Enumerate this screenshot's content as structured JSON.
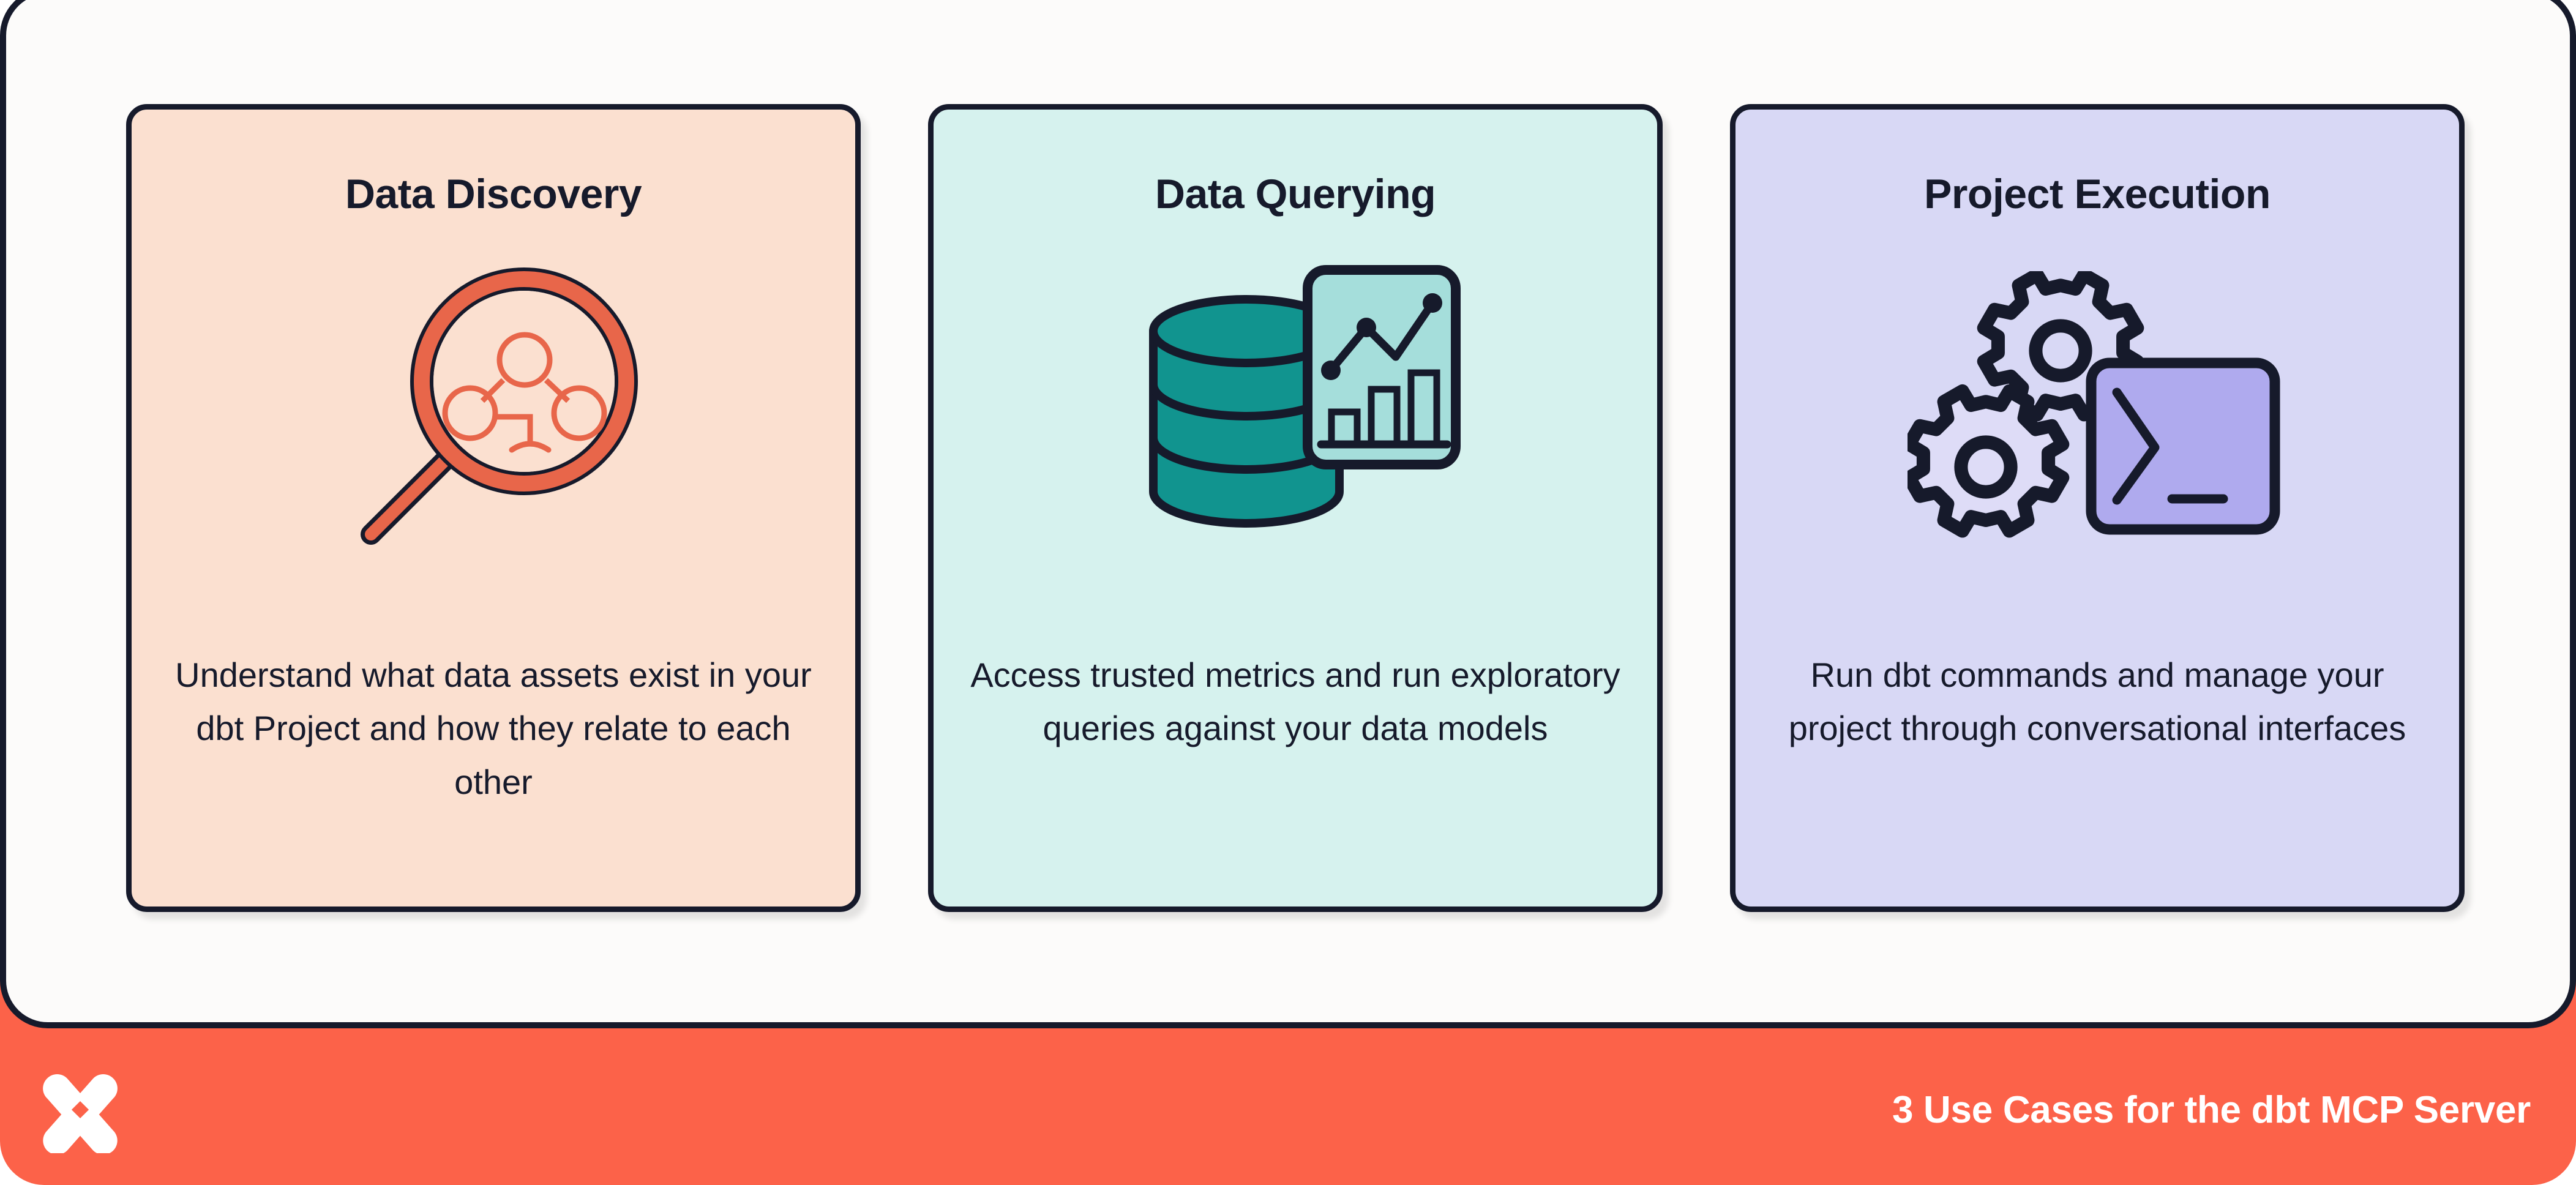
{
  "brand": {
    "logo_icon": "dbt-logo-icon",
    "accent_orange": "#FC6249",
    "ink": "#161A2B",
    "panel_white": "#FCFBFA"
  },
  "footer": {
    "caption": "3 Use Cases for the dbt MCP Server"
  },
  "cards": [
    {
      "id": "data-discovery",
      "title": "Data Discovery",
      "body": "Understand what data assets exist in your dbt Project and how they relate to each other",
      "icon": "magnifying-glass-lineage-icon",
      "bg": "#FBE0D0",
      "icon_accent": "#E8664A"
    },
    {
      "id": "data-querying",
      "title": "Data Querying",
      "body": "Access trusted metrics and run exploratory queries against your data models",
      "icon": "database-chart-icon",
      "bg": "#D6F2EE",
      "icon_accent": "#11948F",
      "chart_panel": "#A5DEDB"
    },
    {
      "id": "project-execution",
      "title": "Project Execution",
      "body": "Run dbt commands and manage your project through conversational interfaces",
      "icon": "gears-terminal-icon",
      "bg": "#D8D8F5",
      "icon_accent": "#AFAAEE"
    }
  ]
}
